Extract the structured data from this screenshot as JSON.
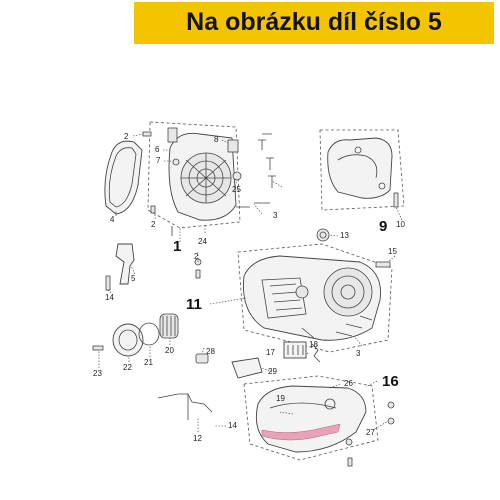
{
  "header": {
    "title": "Na obrázku díl číslo 5",
    "background_color": "#f5c400",
    "text_color": "#141414"
  },
  "diagram": {
    "callouts": {
      "n1": "1",
      "n2a": "2",
      "n2b": "2",
      "n2c": "2",
      "n3a": "3",
      "n3b": "3",
      "n4": "4",
      "n5": "5",
      "n6": "6",
      "n7": "7",
      "n8": "8",
      "n9": "9",
      "n10": "10",
      "n11": "11",
      "n12": "12",
      "n13": "13",
      "n14a": "14",
      "n14b": "14",
      "n15": "15",
      "n16": "16",
      "n17": "17",
      "n18": "18",
      "n19": "19",
      "n20": "20",
      "n21": "21",
      "n22": "22",
      "n23": "23",
      "n24": "24",
      "n25": "25",
      "n26": "26",
      "n27": "27",
      "n28": "28",
      "n29": "29"
    },
    "highlight_color": "#e9a3b8"
  }
}
